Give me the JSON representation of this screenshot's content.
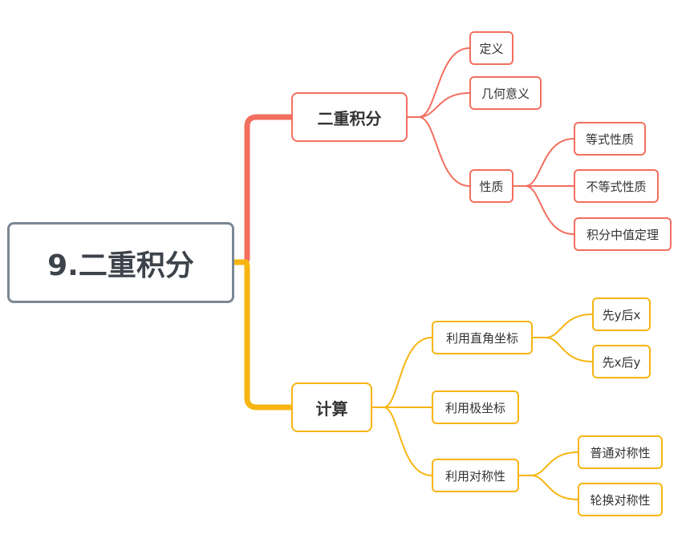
{
  "colors": {
    "branch1": "#f26f5f",
    "branch2": "#f7b512",
    "root_border": "#7b8794"
  },
  "root": {
    "label": "9.二重积分"
  },
  "branches": [
    {
      "label": "二重积分",
      "children": [
        {
          "label": "定义"
        },
        {
          "label": "几何意义"
        },
        {
          "label": "性质",
          "children": [
            {
              "label": "等式性质"
            },
            {
              "label": "不等式性质"
            },
            {
              "label": "积分中值定理"
            }
          ]
        }
      ]
    },
    {
      "label": "计算",
      "children": [
        {
          "label": "利用直角坐标",
          "children": [
            {
              "label": "先y后x"
            },
            {
              "label": "先x后y"
            }
          ]
        },
        {
          "label": "利用极坐标"
        },
        {
          "label": "利用对称性",
          "children": [
            {
              "label": "普通对称性"
            },
            {
              "label": "轮换对称性"
            }
          ]
        }
      ]
    }
  ]
}
